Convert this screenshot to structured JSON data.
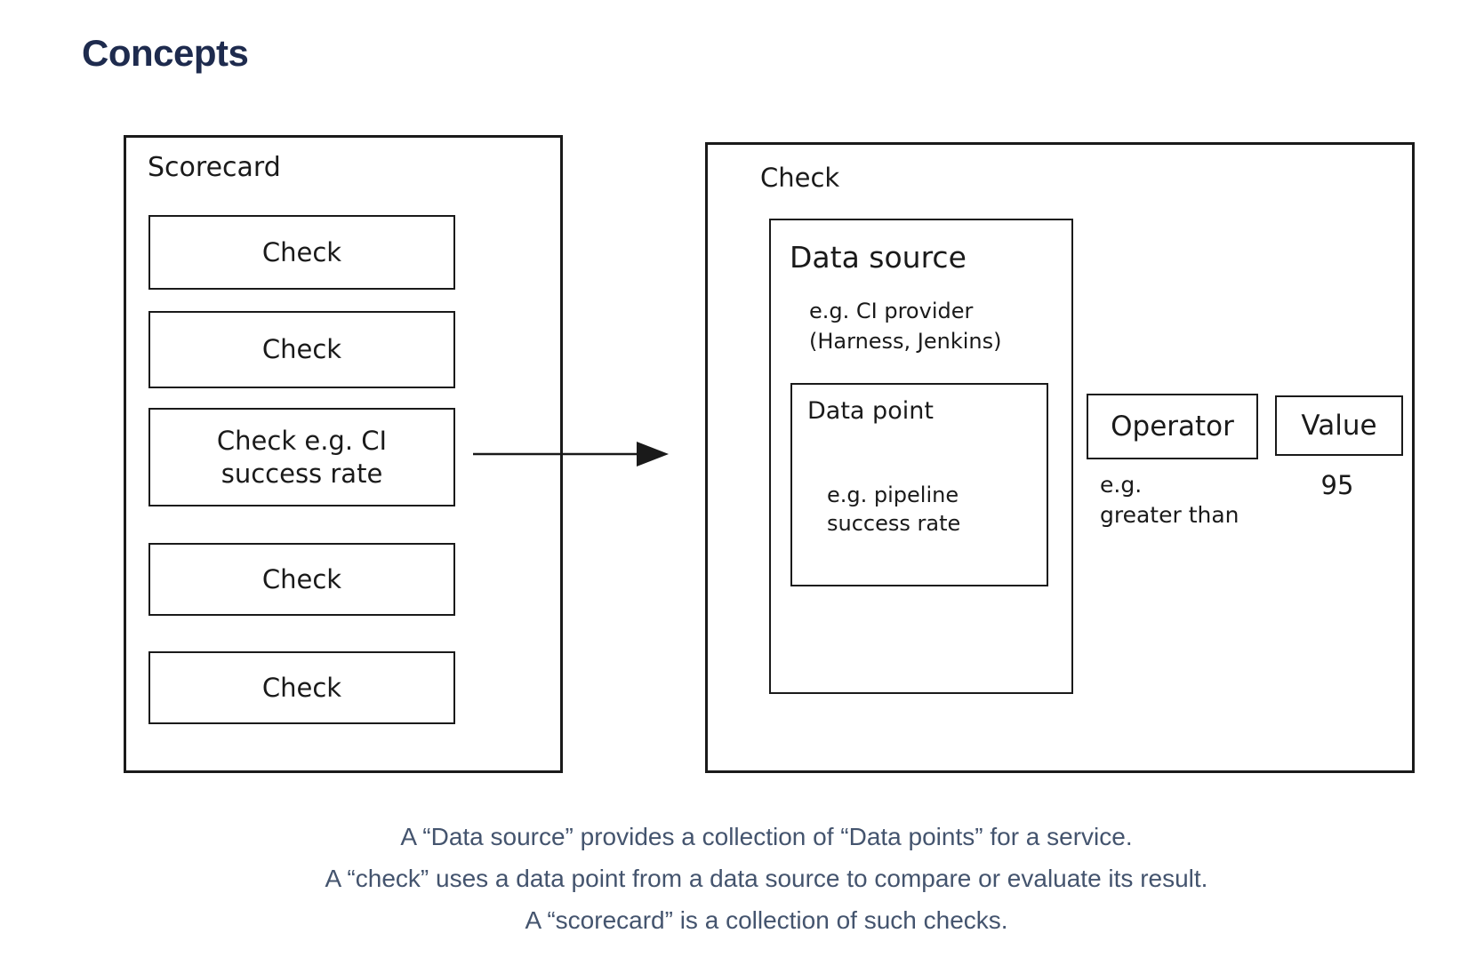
{
  "page": {
    "title": "Concepts"
  },
  "colors": {
    "title_text": "#1E2B4E",
    "caption_text": "#44546E",
    "diagram_stroke": "#1A1A1A",
    "background": "#FFFFFF"
  },
  "diagram": {
    "scorecard": {
      "label": "Scorecard",
      "checks": [
        {
          "lines": [
            "Check"
          ]
        },
        {
          "lines": [
            "Check"
          ]
        },
        {
          "lines": [
            "Check e.g. CI",
            "success rate"
          ]
        },
        {
          "lines": [
            "Check"
          ]
        },
        {
          "lines": [
            "Check"
          ]
        }
      ]
    },
    "arrow": {
      "from": "Check e.g. CI success rate",
      "to": "Check"
    },
    "check_detail": {
      "label": "Check",
      "data_source": {
        "title": "Data source",
        "example_lines": [
          "e.g. CI provider",
          "(Harness, Jenkins)"
        ],
        "data_point": {
          "title": "Data point",
          "example_lines": [
            "e.g. pipeline",
            "success rate"
          ]
        }
      },
      "operator": {
        "label": "Operator",
        "example_lines": [
          "e.g.",
          "greater than"
        ]
      },
      "value": {
        "label": "Value",
        "example": "95"
      }
    }
  },
  "caption": {
    "lines": [
      "A “Data source” provides a collection of “Data points” for a service.",
      "A “check” uses a data point from a data source to compare or evaluate its result.",
      "A “scorecard” is a collection of such checks."
    ]
  }
}
